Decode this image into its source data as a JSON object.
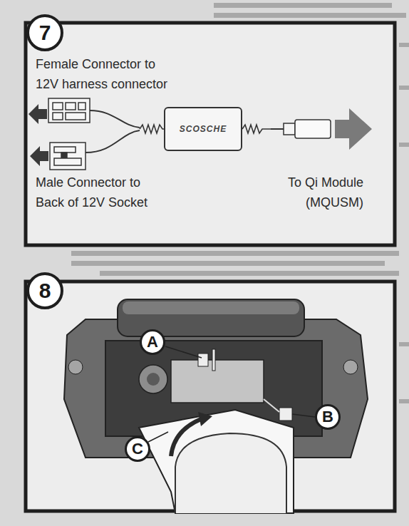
{
  "diagram": {
    "nodes": [
      {
        "text": [
          "7"
        ]
      },
      {
        "text": [
          "SCOSCHE"
        ]
      },
      {
        "text": [
          "8"
        ]
      },
      {
        "text": [
          "A"
        ]
      },
      {
        "text": [
          "B"
        ]
      },
      {
        "text": [
          "C"
        ]
      }
    ],
    "labels": [
      "Female Connector to 12V harness connector",
      "Male Connector to Back of 12V Socket",
      "To Qi Module (MQUSM)"
    ]
  }
}
